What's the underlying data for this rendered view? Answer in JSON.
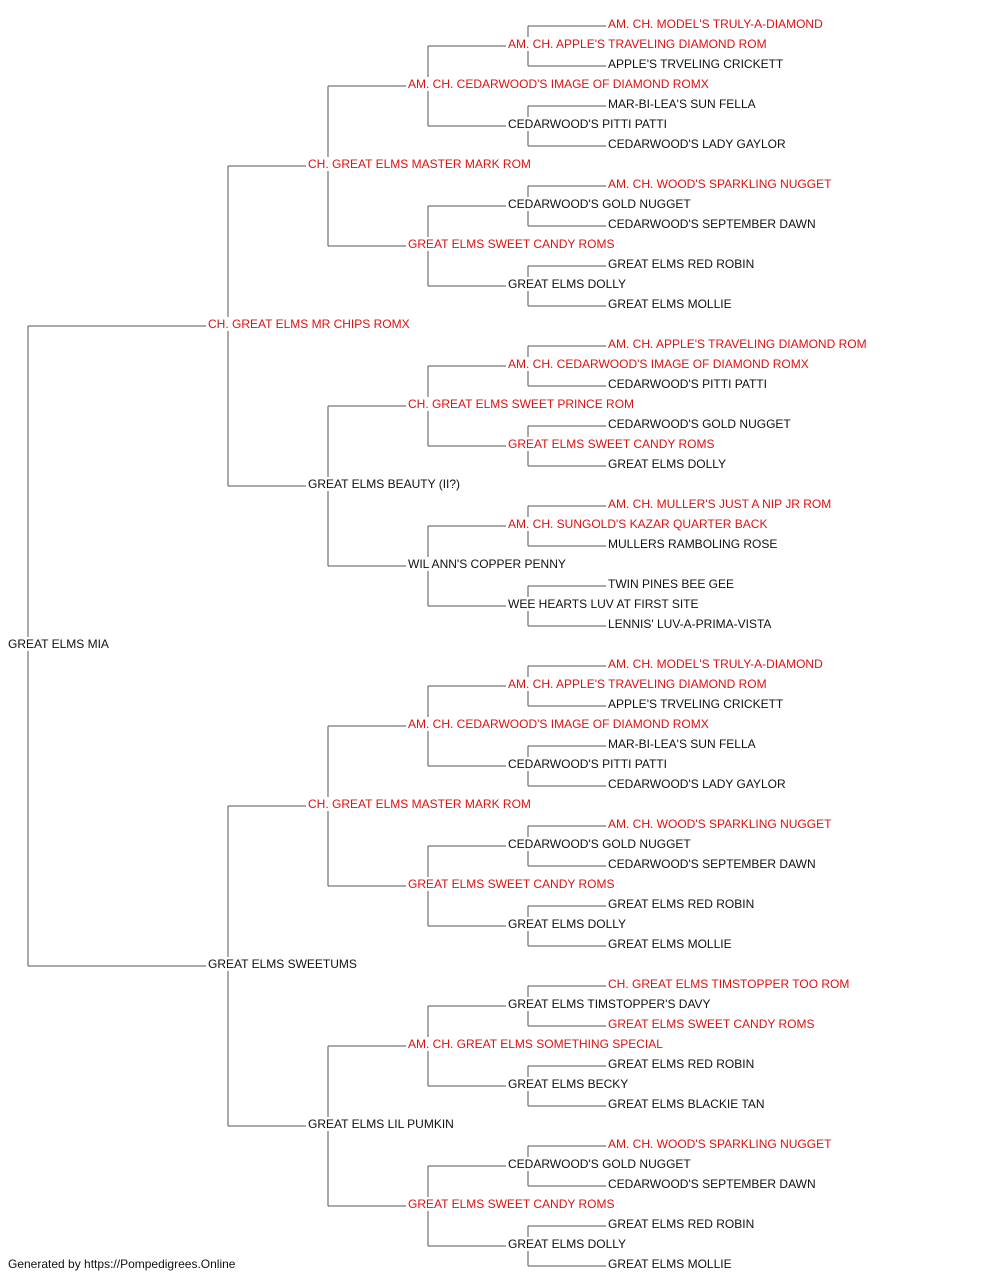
{
  "colors": {
    "champion": "#e01010",
    "normal": "#111111",
    "line": "#555555"
  },
  "pedigree": {
    "name": "GREAT ELMS MIA",
    "champion": false,
    "sire": {
      "name": "CH. GREAT ELMS MR CHIPS ROMX",
      "champion": true,
      "sire": {
        "name": "CH. GREAT ELMS MASTER MARK ROM",
        "champion": true,
        "sire": {
          "name": "AM. CH. CEDARWOOD'S IMAGE OF DIAMOND ROMX",
          "champion": true,
          "sire": {
            "name": "AM. CH. APPLE'S TRAVELING DIAMOND ROM",
            "champion": true,
            "sire": {
              "name": "AM. CH. MODEL'S TRULY-A-DIAMOND",
              "champion": true
            },
            "dam": {
              "name": "APPLE'S TRVELING CRICKETT",
              "champion": false
            }
          },
          "dam": {
            "name": "CEDARWOOD'S PITTI PATTI",
            "champion": false,
            "sire": {
              "name": "MAR-BI-LEA'S SUN FELLA",
              "champion": false
            },
            "dam": {
              "name": "CEDARWOOD'S LADY GAYLOR",
              "champion": false
            }
          }
        },
        "dam": {
          "name": "GREAT ELMS SWEET CANDY ROMS",
          "champion": true,
          "sire": {
            "name": "CEDARWOOD'S GOLD NUGGET",
            "champion": false,
            "sire": {
              "name": "AM. CH. WOOD'S SPARKLING NUGGET",
              "champion": true
            },
            "dam": {
              "name": "CEDARWOOD'S SEPTEMBER DAWN",
              "champion": false
            }
          },
          "dam": {
            "name": "GREAT ELMS DOLLY",
            "champion": false,
            "sire": {
              "name": "GREAT ELMS RED ROBIN",
              "champion": false
            },
            "dam": {
              "name": "GREAT ELMS MOLLIE",
              "champion": false
            }
          }
        }
      },
      "dam": {
        "name": "GREAT ELMS BEAUTY (II?)",
        "champion": false,
        "sire": {
          "name": "CH. GREAT ELMS SWEET PRINCE ROM",
          "champion": true,
          "sire": {
            "name": "AM. CH. CEDARWOOD'S IMAGE OF DIAMOND ROMX",
            "champion": true,
            "sire": {
              "name": "AM. CH. APPLE'S TRAVELING DIAMOND ROM",
              "champion": true
            },
            "dam": {
              "name": "CEDARWOOD'S PITTI PATTI",
              "champion": false
            }
          },
          "dam": {
            "name": "GREAT ELMS SWEET CANDY ROMS",
            "champion": true,
            "sire": {
              "name": "CEDARWOOD'S GOLD NUGGET",
              "champion": false
            },
            "dam": {
              "name": "GREAT ELMS DOLLY",
              "champion": false
            }
          }
        },
        "dam": {
          "name": "WIL ANN'S COPPER PENNY",
          "champion": false,
          "sire": {
            "name": "AM. CH. SUNGOLD'S KAZAR QUARTER BACK",
            "champion": true,
            "sire": {
              "name": "AM. CH. MULLER'S JUST A NIP JR ROM",
              "champion": true
            },
            "dam": {
              "name": "MULLERS RAMBOLING ROSE",
              "champion": false
            }
          },
          "dam": {
            "name": "WEE HEARTS LUV AT FIRST SITE",
            "champion": false,
            "sire": {
              "name": "TWIN PINES BEE GEE",
              "champion": false
            },
            "dam": {
              "name": "LENNIS' LUV-A-PRIMA-VISTA",
              "champion": false
            }
          }
        }
      }
    },
    "dam": {
      "name": "GREAT ELMS SWEETUMS",
      "champion": false,
      "sire": {
        "name": "CH. GREAT ELMS MASTER MARK ROM",
        "champion": true,
        "sire": {
          "name": "AM. CH. CEDARWOOD'S IMAGE OF DIAMOND ROMX",
          "champion": true,
          "sire": {
            "name": "AM. CH. APPLE'S TRAVELING DIAMOND ROM",
            "champion": true,
            "sire": {
              "name": "AM. CH. MODEL'S TRULY-A-DIAMOND",
              "champion": true
            },
            "dam": {
              "name": "APPLE'S TRVELING CRICKETT",
              "champion": false
            }
          },
          "dam": {
            "name": "CEDARWOOD'S PITTI PATTI",
            "champion": false,
            "sire": {
              "name": "MAR-BI-LEA'S SUN FELLA",
              "champion": false
            },
            "dam": {
              "name": "CEDARWOOD'S LADY GAYLOR",
              "champion": false
            }
          }
        },
        "dam": {
          "name": "GREAT ELMS SWEET CANDY ROMS",
          "champion": true,
          "sire": {
            "name": "CEDARWOOD'S GOLD NUGGET",
            "champion": false,
            "sire": {
              "name": "AM. CH. WOOD'S SPARKLING NUGGET",
              "champion": true
            },
            "dam": {
              "name": "CEDARWOOD'S SEPTEMBER DAWN",
              "champion": false
            }
          },
          "dam": {
            "name": "GREAT ELMS DOLLY",
            "champion": false,
            "sire": {
              "name": "GREAT ELMS RED ROBIN",
              "champion": false
            },
            "dam": {
              "name": "GREAT ELMS MOLLIE",
              "champion": false
            }
          }
        }
      },
      "dam": {
        "name": "GREAT ELMS LIL PUMKIN",
        "champion": false,
        "sire": {
          "name": "AM. CH. GREAT ELMS SOMETHING SPECIAL",
          "champion": true,
          "sire": {
            "name": "GREAT ELMS TIMSTOPPER'S DAVY",
            "champion": false,
            "sire": {
              "name": "CH. GREAT ELMS TIMSTOPPER TOO ROM",
              "champion": true
            },
            "dam": {
              "name": "GREAT ELMS SWEET CANDY ROMS",
              "champion": true
            }
          },
          "dam": {
            "name": "GREAT ELMS BECKY",
            "champion": false,
            "sire": {
              "name": "GREAT ELMS RED ROBIN",
              "champion": false
            },
            "dam": {
              "name": "GREAT ELMS BLACKIE TAN",
              "champion": false
            }
          }
        },
        "dam": {
          "name": "GREAT ELMS SWEET CANDY ROMS",
          "champion": true,
          "sire": {
            "name": "CEDARWOOD'S GOLD NUGGET",
            "champion": false,
            "sire": {
              "name": "AM. CH. WOOD'S SPARKLING NUGGET",
              "champion": true
            },
            "dam": {
              "name": "CEDARWOOD'S SEPTEMBER DAWN",
              "champion": false
            }
          },
          "dam": {
            "name": "GREAT ELMS DOLLY",
            "champion": false,
            "sire": {
              "name": "GREAT ELMS RED ROBIN",
              "champion": false
            },
            "dam": {
              "name": "GREAT ELMS MOLLIE",
              "champion": false
            }
          }
        }
      }
    }
  },
  "footer": "Generated by https://Pompedigrees.Online"
}
